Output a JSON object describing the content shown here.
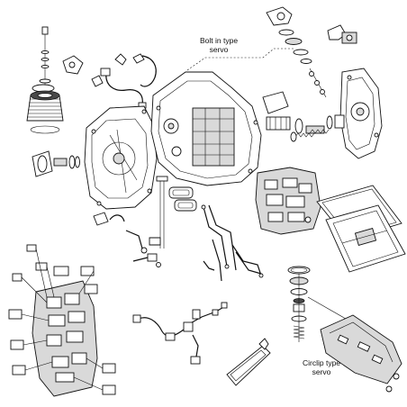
{
  "callouts": {
    "bolt_servo": {
      "line1": "Bolt in type",
      "line2": "servo"
    },
    "circlip_servo": {
      "line1": "Circlip type",
      "line2": "servo"
    }
  }
}
